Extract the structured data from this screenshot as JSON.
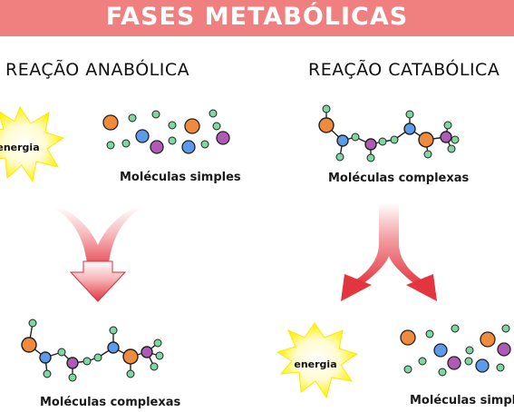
{
  "title": "FASES METABÓLICAS",
  "anabolic": {
    "heading": "REAÇÃO ANABÓLICA",
    "energy_label": "energia",
    "input_caption": "Moléculas simples",
    "output_caption": "Moléculas complexas"
  },
  "catabolic": {
    "heading": "REAÇÃO CATABÓLICA",
    "energy_label": "energia",
    "input_caption": "Moléculas complexas",
    "output_caption": "Moléculas simples"
  },
  "colors": {
    "banner": "#f07f80",
    "atom_orange": "#f08a3c",
    "atom_blue": "#5b9bea",
    "atom_purple": "#b05ab8",
    "atom_green": "#7ed6a0",
    "arrow_red": "#e3353f",
    "sun_yellow": "#fff200"
  }
}
